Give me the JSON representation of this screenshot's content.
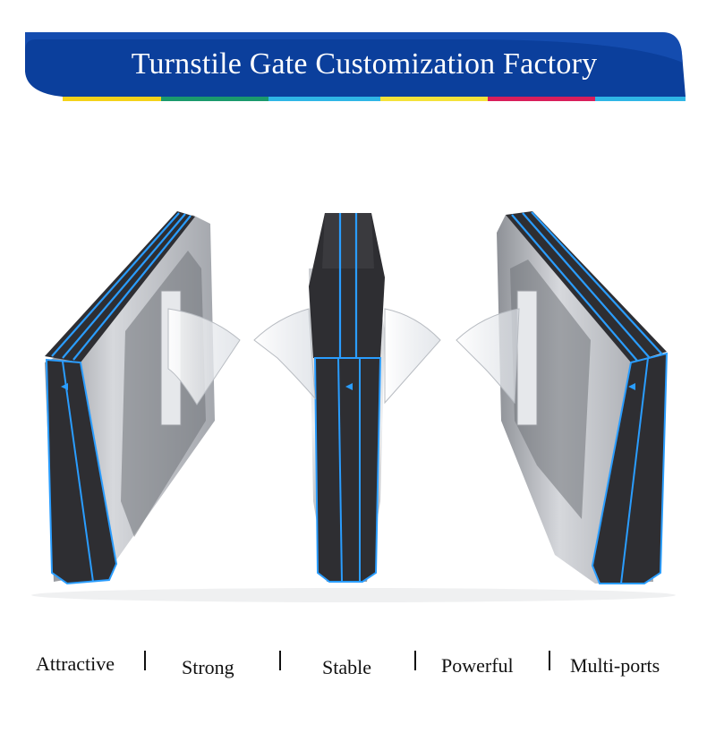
{
  "banner": {
    "title": "Turnstile Gate Customization Factory",
    "color": "#0b3f9c",
    "stripe_colors": [
      "#f4d21a",
      "#1a9a6d",
      "#2fb6e6",
      "#f4e23a",
      "#d81e5b",
      "#2fb6e6"
    ]
  },
  "features": [
    "Attractive",
    "Strong",
    "Stable",
    "Powerful",
    "Multi-ports"
  ],
  "colors": {
    "accent_led": "#2a9dff",
    "panel_dark": "#2e2e32",
    "steel": "#b9bcc2"
  }
}
